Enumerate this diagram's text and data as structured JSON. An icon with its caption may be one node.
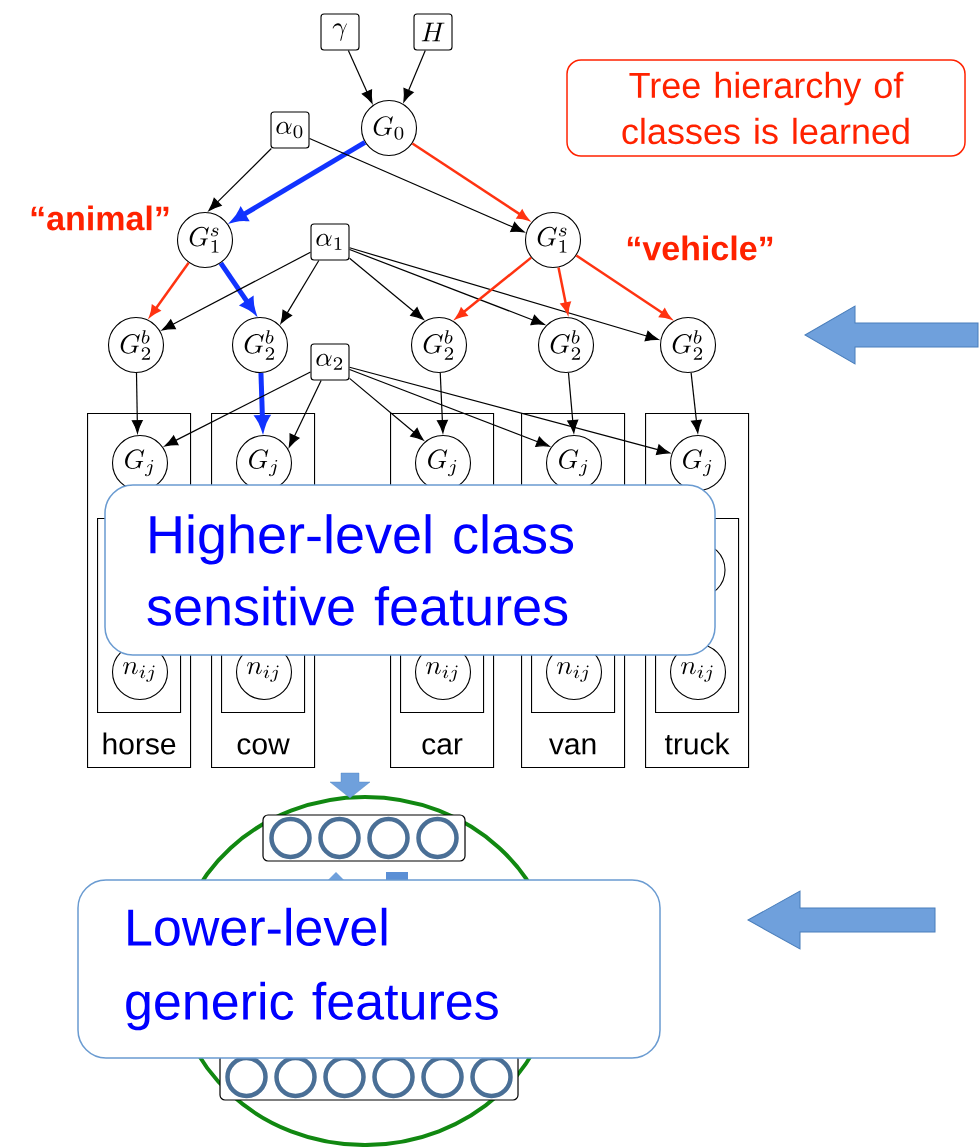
{
  "diagram": {
    "nodes": [
      {
        "text": [
          "\\gamma"
        ]
      },
      {
        "text": [
          "H"
        ]
      },
      {
        "text": [
          "Tree hierarchy of classes is learned"
        ]
      },
      {
        "text": [
          "\\alpha_0"
        ]
      },
      {
        "text": [
          "G_0"
        ]
      },
      {
        "text": [
          "G_1^s"
        ],
        "beside": [
          "“animal”"
        ]
      },
      {
        "text": [
          "\\alpha_1"
        ]
      },
      {
        "text": [
          "G_1^s"
        ],
        "beside": [
          "“vehicle”"
        ]
      },
      {
        "text": [
          "G_2^b"
        ]
      },
      {
        "text": [
          "G_2^b"
        ]
      },
      {
        "text": [
          "G_2^b"
        ]
      },
      {
        "text": [
          "G_2^b"
        ]
      },
      {
        "text": [
          "G_2^b"
        ]
      },
      {
        "text": [
          "\\alpha_2"
        ]
      },
      {
        "text": [
          "horse"
        ]
      },
      {
        "text": [
          "G_j"
        ],
        "in": 14
      },
      {
        "text": [],
        "shape": "box",
        "in": 14
      },
      {
        "text": [
          "n_{ij}"
        ],
        "in": 16
      },
      {
        "text": [
          "cow"
        ]
      },
      {
        "text": [
          "G_j"
        ],
        "in": 18
      },
      {
        "text": [],
        "shape": "box",
        "in": 18
      },
      {
        "text": [
          "n_{ij}"
        ],
        "in": 20
      },
      {
        "text": [
          "car"
        ]
      },
      {
        "text": [
          "G_j"
        ],
        "in": 22
      },
      {
        "text": [],
        "shape": "box",
        "in": 22
      },
      {
        "text": [
          "n_{ij}"
        ],
        "in": 24
      },
      {
        "text": [
          "van"
        ]
      },
      {
        "text": [
          "G_j"
        ],
        "in": 26
      },
      {
        "text": [],
        "shape": "box",
        "in": 26
      },
      {
        "text": [
          "n_{ij}"
        ],
        "in": 28
      },
      {
        "text": [
          "truck"
        ]
      },
      {
        "text": [
          "G_j"
        ],
        "in": 30
      },
      {
        "text": [],
        "shape": "box",
        "in": 30
      },
      {
        "text": [
          "n_{ij}"
        ],
        "in": 32
      },
      {
        "text": [
          "Higher-level class sensitive features"
        ]
      },
      {
        "text": [],
        "shape": "circle"
      },
      {
        "text": [],
        "shape": "box",
        "in": 35
      },
      {
        "text": [],
        "shape": "box",
        "in": 35
      },
      {
        "text": [
          "Lower-level generic features"
        ]
      }
    ],
    "edges": [
      {
        "from": 0,
        "to": 4,
        "arrow": "to"
      },
      {
        "from": 1,
        "to": 4,
        "arrow": "to"
      },
      {
        "from": 4,
        "to": 5,
        "arrow": "to",
        "style": "thick",
        "color": "#1133ff"
      },
      {
        "from": 4,
        "to": 7,
        "arrow": "to",
        "color": "#ff3311"
      },
      {
        "from": 3,
        "to": 5,
        "arrow": "to"
      },
      {
        "from": 3,
        "to": 7,
        "arrow": "to"
      },
      {
        "from": 5,
        "to": 8,
        "arrow": "to",
        "color": "#ff3311"
      },
      {
        "from": 5,
        "to": 9,
        "arrow": "to",
        "style": "thick",
        "color": "#1133ff"
      },
      {
        "from": 6,
        "to": 8,
        "arrow": "to"
      },
      {
        "from": 6,
        "to": 9,
        "arrow": "to"
      },
      {
        "from": 6,
        "to": 10,
        "arrow": "to"
      },
      {
        "from": 6,
        "to": 11,
        "arrow": "to"
      },
      {
        "from": 6,
        "to": 12,
        "arrow": "to"
      },
      {
        "from": 7,
        "to": 10,
        "arrow": "to",
        "color": "#ff3311"
      },
      {
        "from": 7,
        "to": 11,
        "arrow": "to",
        "color": "#ff3311"
      },
      {
        "from": 7,
        "to": 12,
        "arrow": "to",
        "color": "#ff3311"
      },
      {
        "from": 8,
        "to": 15,
        "arrow": "to"
      },
      {
        "from": 9,
        "to": 19,
        "arrow": "to",
        "style": "thick",
        "color": "#1133ff"
      },
      {
        "from": 10,
        "to": 23,
        "arrow": "to"
      },
      {
        "from": 11,
        "to": 27,
        "arrow": "to"
      },
      {
        "from": 12,
        "to": 31,
        "arrow": "to"
      },
      {
        "from": 13,
        "to": 15,
        "arrow": "to"
      },
      {
        "from": 13,
        "to": 19,
        "arrow": "to"
      },
      {
        "from": 13,
        "to": 23,
        "arrow": "to"
      },
      {
        "from": 13,
        "to": 27,
        "arrow": "to"
      },
      {
        "from": 13,
        "to": 31,
        "arrow": "to"
      }
    ]
  }
}
